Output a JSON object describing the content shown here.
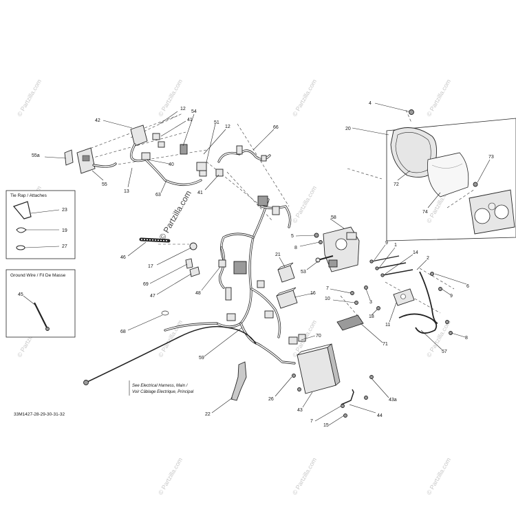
{
  "figure_code": "33M1427-28-29-30-31-32",
  "watermark": "© Partzilla.com",
  "note_lines": [
    "See Electrical Harness, Main /",
    "Voir Câblage Electrique, Principal"
  ],
  "box_tie_rap": {
    "title": "Tie Rap / Attaches"
  },
  "box_ground_wire": {
    "title": "Ground Wire / Fil De Masse"
  },
  "callouts": {
    "c4": "4",
    "c20": "20",
    "c72": "72",
    "c74": "74",
    "c73": "73",
    "c12a": "12",
    "c42": "42",
    "c41a": "41",
    "c54": "54",
    "c51": "51",
    "c12b": "12",
    "c66": "66",
    "c55a": "55a",
    "c40": "40",
    "c55": "55",
    "c13": "13",
    "c63": "63",
    "c41b": "41",
    "c23": "23",
    "c19": "19",
    "c27": "27",
    "c46": "46",
    "c17": "17",
    "c69": "69",
    "c47": "47",
    "c48": "48",
    "c45": "45",
    "c5": "5",
    "c58": "58",
    "c8a": "8",
    "c21": "21",
    "c53": "53",
    "c9a": "9",
    "c1": "1",
    "c14": "14",
    "c2": "2",
    "c6": "6",
    "c9b": "9",
    "c7a": "7",
    "c16": "16",
    "c3": "3",
    "c10": "10",
    "c18": "18",
    "c11": "11",
    "c8b": "8",
    "c57": "57",
    "c71": "71",
    "c68": "68",
    "c70": "70",
    "c59": "59",
    "c26": "26",
    "c43": "43",
    "c43a": "43a",
    "c44": "44",
    "c7b": "7",
    "c15": "15",
    "c22": "22"
  }
}
